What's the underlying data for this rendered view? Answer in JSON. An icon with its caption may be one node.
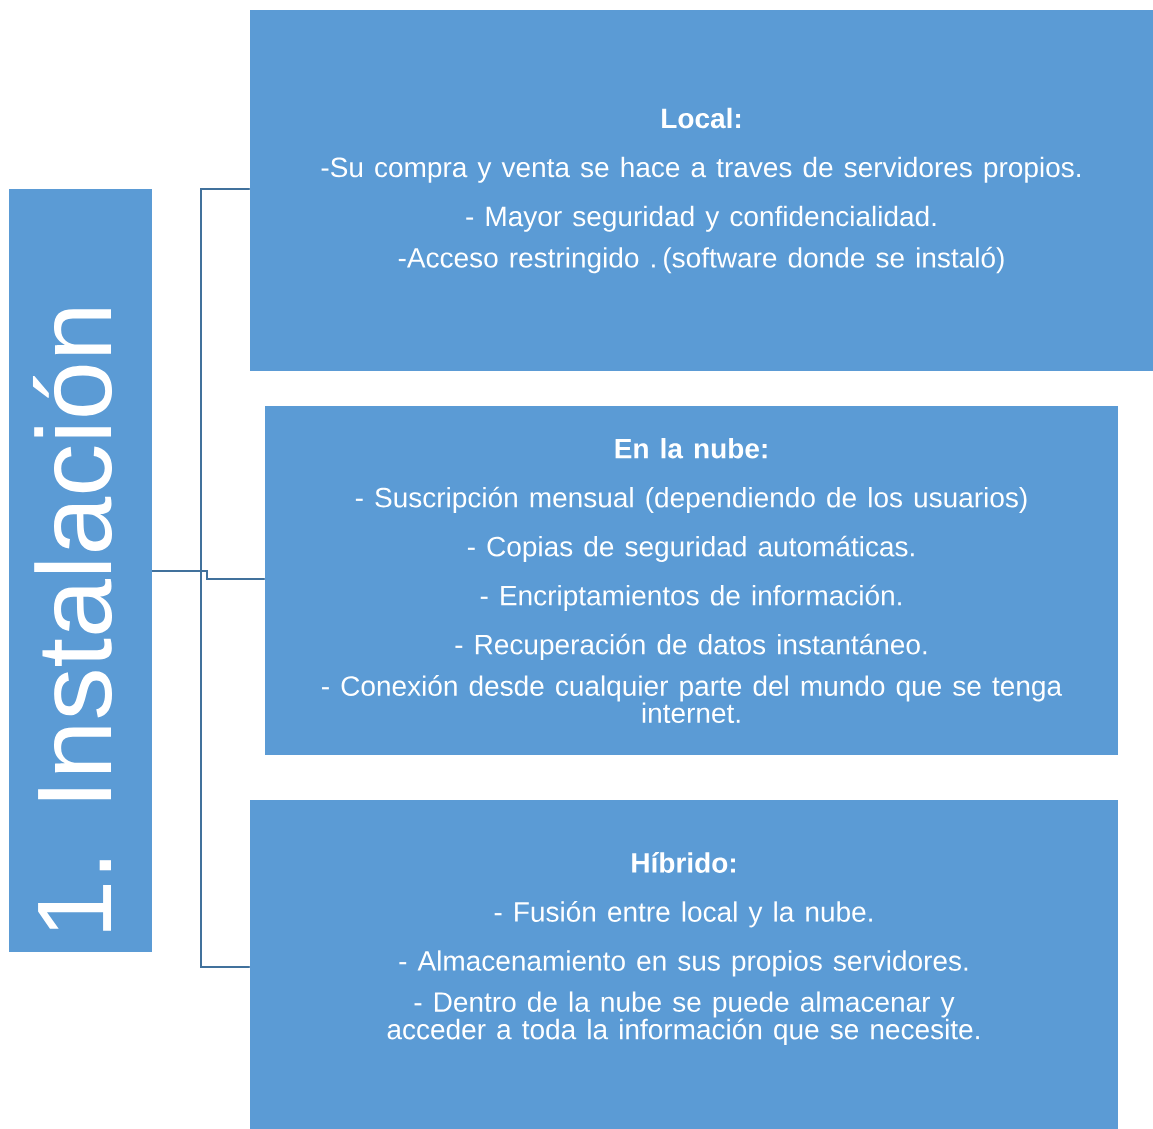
{
  "diagram": {
    "nodes": [
      {
        "text": [
          "1. Instalación"
        ]
      },
      {
        "text": [
          "Local:",
          "-Su compra y venta se hace a traves de servidores propios.",
          "- Mayor seguridad y confidencialidad.",
          "-Acceso restringido . (software donde se instaló)"
        ]
      },
      {
        "text": [
          "En la nube:",
          "- Suscripción mensual (dependiendo de los usuarios)",
          "- Copias de seguridad automáticas.",
          "- Encriptamientos de información.",
          "- Recuperación de datos instantáneo.",
          "- Conexión desde cualquier parte del mundo que se tenga internet."
        ]
      },
      {
        "text": [
          "Híbrido:",
          "- Fusión entre local y la nube.",
          "- Almacenamiento en sus propios servidores.",
          "- Dentro de la nube se puede almacenar y acceder a toda la información que se necesite."
        ]
      }
    ],
    "edges": [
      {
        "from": 0,
        "to": 1,
        "arrow": "none"
      },
      {
        "from": 0,
        "to": 2,
        "arrow": "none"
      },
      {
        "from": 0,
        "to": 3,
        "arrow": "none"
      }
    ]
  }
}
